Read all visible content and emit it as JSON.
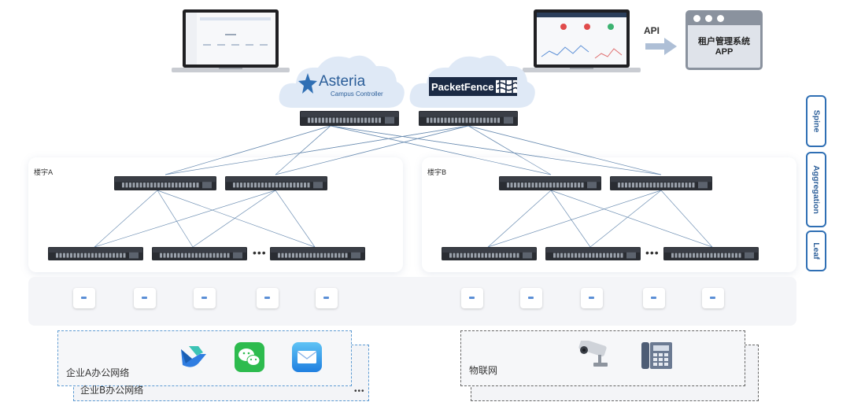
{
  "controllers": {
    "asteria": {
      "name": "Asteria",
      "subtitle": "Campus Controller"
    },
    "packetfence": {
      "name": "PacketFence"
    }
  },
  "api": {
    "label": "API"
  },
  "tenant_app": {
    "line1": "租户管理系统",
    "line2": "APP"
  },
  "layers": {
    "spine": "Spine",
    "aggregation": "Aggregation",
    "leaf": "Leaf"
  },
  "buildings": {
    "a": "楼宇A",
    "b": "楼宇B"
  },
  "networks": {
    "enterprise_a": "企业A办公网络",
    "enterprise_b": "企业B办公网络",
    "iot": "物联网"
  },
  "ellipsis": "•••",
  "colors": {
    "link": "#6e8fb3",
    "accent": "#2f6fb4",
    "cloud": "#dfe9f6",
    "dashed_blue": "#5d9bd3",
    "tag_border": "#2f6fb4"
  },
  "icons": [
    "laptop-icon",
    "network-switch-icon",
    "access-point-icon",
    "lark-icon",
    "wechat-icon",
    "mail-icon",
    "camera-icon",
    "ip-phone-icon",
    "app-window-icon"
  ]
}
